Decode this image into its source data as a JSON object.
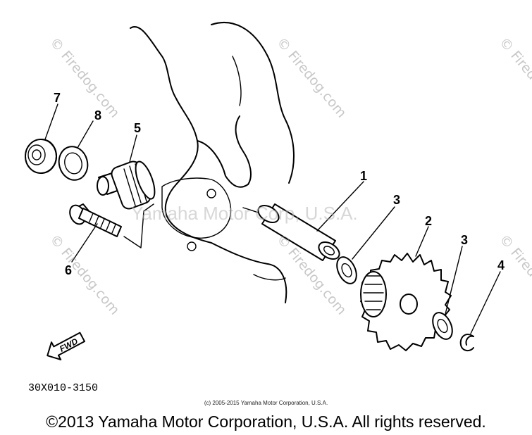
{
  "diagram": {
    "drawing_code": "30X010-3150",
    "fwd_label": "FWD",
    "callouts": {
      "p1": "1",
      "p2": "2",
      "p3a": "3",
      "p3b": "3",
      "p4": "4",
      "p5": "5",
      "p6": "6",
      "p7": "7",
      "p8": "8"
    }
  },
  "watermarks": {
    "firedog": "© Firedog.com",
    "center": "Yamaha Motor Corp, U.S.A."
  },
  "small_copyright": "(c) 2005-2015 Yamaha Motor Corporation, U.S.A.",
  "footer_copyright": "©2013 Yamaha Motor Corporation, U.S.A. All rights reserved.",
  "colors": {
    "ink": "#000000",
    "background": "#ffffff",
    "watermark": "#9a9a9a"
  }
}
